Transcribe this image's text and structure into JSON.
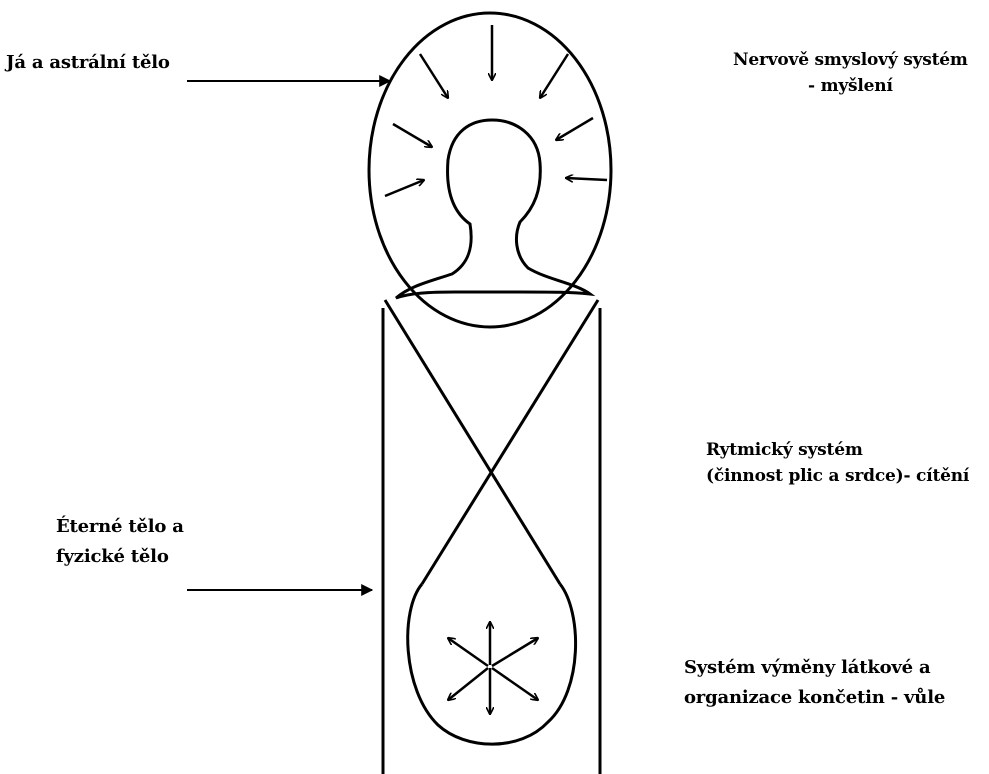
{
  "labels": {
    "astral": "Já a astrální tělo",
    "nerve_line1": "Nervově smyslový systém",
    "nerve_line2": "- myšlení",
    "rhythm_line1": "Rytmický systém",
    "rhythm_line2": "(činnost plic a srdce)- cítění",
    "etheric_line1": "Éterné tělo a",
    "etheric_line2": "fyzické tělo",
    "metabolic_line1": "Systém výměny látkové a",
    "metabolic_line2": "organizace končetin - vůle"
  },
  "colors": {
    "ink": "#000000",
    "background": "#ffffff"
  }
}
